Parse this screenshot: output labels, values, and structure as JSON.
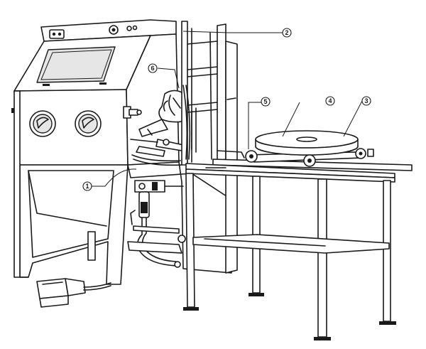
{
  "figure": {
    "callouts": [
      {
        "id": "c1",
        "label": "1"
      },
      {
        "id": "c2",
        "label": "2"
      },
      {
        "id": "c3",
        "label": "3"
      },
      {
        "id": "c4",
        "label": "4"
      },
      {
        "id": "c5",
        "label": "5"
      },
      {
        "id": "c6",
        "label": "6"
      }
    ]
  },
  "colors": {
    "line": "#1a1a1a",
    "background": "#ffffff",
    "shade": "#e6e6e6"
  }
}
